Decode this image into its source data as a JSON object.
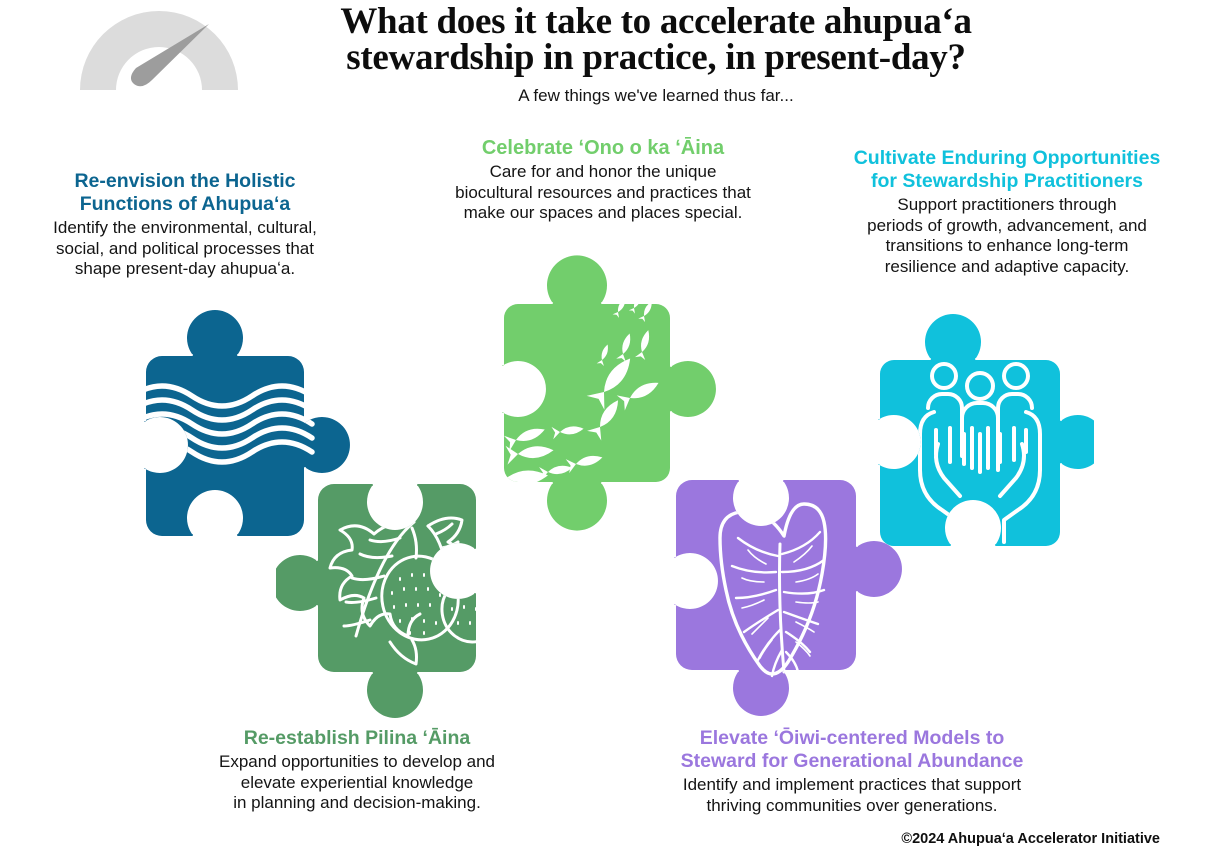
{
  "header": {
    "icon": "gauge-speedometer-icon",
    "title": "What does it take to accelerate ahupuaʻa\nstewardship in practice, in present-day?",
    "subtitle": "A few things we've learned thus far..."
  },
  "blocks": [
    {
      "id": "holistic",
      "heading": "Re-envision the Holistic\nFunctions of Ahupuaʻa",
      "body": "Identify the environmental, cultural,\nsocial, and political  processes that\nshape present-day ahupuaʻa.",
      "color": "#0c6590"
    },
    {
      "id": "celebrate",
      "heading": "Celebrate ʻOno o ka ʻĀina",
      "body": "Care for and honor the unique\nbiocultural resources and practices that\nmake our spaces and places special.",
      "color": "#72ce6c"
    },
    {
      "id": "cultivate",
      "heading": "Cultivate Enduring Opportunities\nfor Stewardship Practitioners",
      "body": "Support practitioners through\nperiods of growth, advancement, and\ntransitions to enhance long-term\nresilience and adaptive capacity.",
      "color": "#10c1dc"
    },
    {
      "id": "pilina",
      "heading": "Re-establish Pilina ʻĀina",
      "body": "Expand opportunities to develop and\nelevate experiential knowledge\nin planning and decision-making.",
      "color": "#559b66"
    },
    {
      "id": "elevate",
      "heading": "Elevate ʻŌiwi-centered Models to\nSteward for Generational Abundance",
      "body": "Identify and implement practices that support\nthriving communities over generations.",
      "color": "#9b77de"
    }
  ],
  "pieces": [
    {
      "id": "blue",
      "icon": "water-waves-icon",
      "color": "#0c6590"
    },
    {
      "id": "green",
      "icon": "school-of-fish-icon",
      "color": "#72ce6c"
    },
    {
      "id": "cyan",
      "icon": "hands-holding-people-icon",
      "color": "#10c1dc"
    },
    {
      "id": "sage",
      "icon": "ulu-breadfruit-icon",
      "color": "#559b66"
    },
    {
      "id": "purple",
      "icon": "kalo-taro-leaf-icon",
      "color": "#9b77de"
    }
  ],
  "footer": {
    "copyright_symbol": "©",
    "copyright": "2024 Ahupuaʻa Accelerator Initiative"
  },
  "colors": {
    "background": "#ffffff",
    "text": "#141414",
    "gauge_arc": "#dcdcdc",
    "gauge_needle": "#9d9d9d",
    "blue": "#0c6590",
    "bright_green": "#72ce6c",
    "cyan": "#10c1dc",
    "sage_green": "#559b66",
    "purple": "#9b77de"
  }
}
